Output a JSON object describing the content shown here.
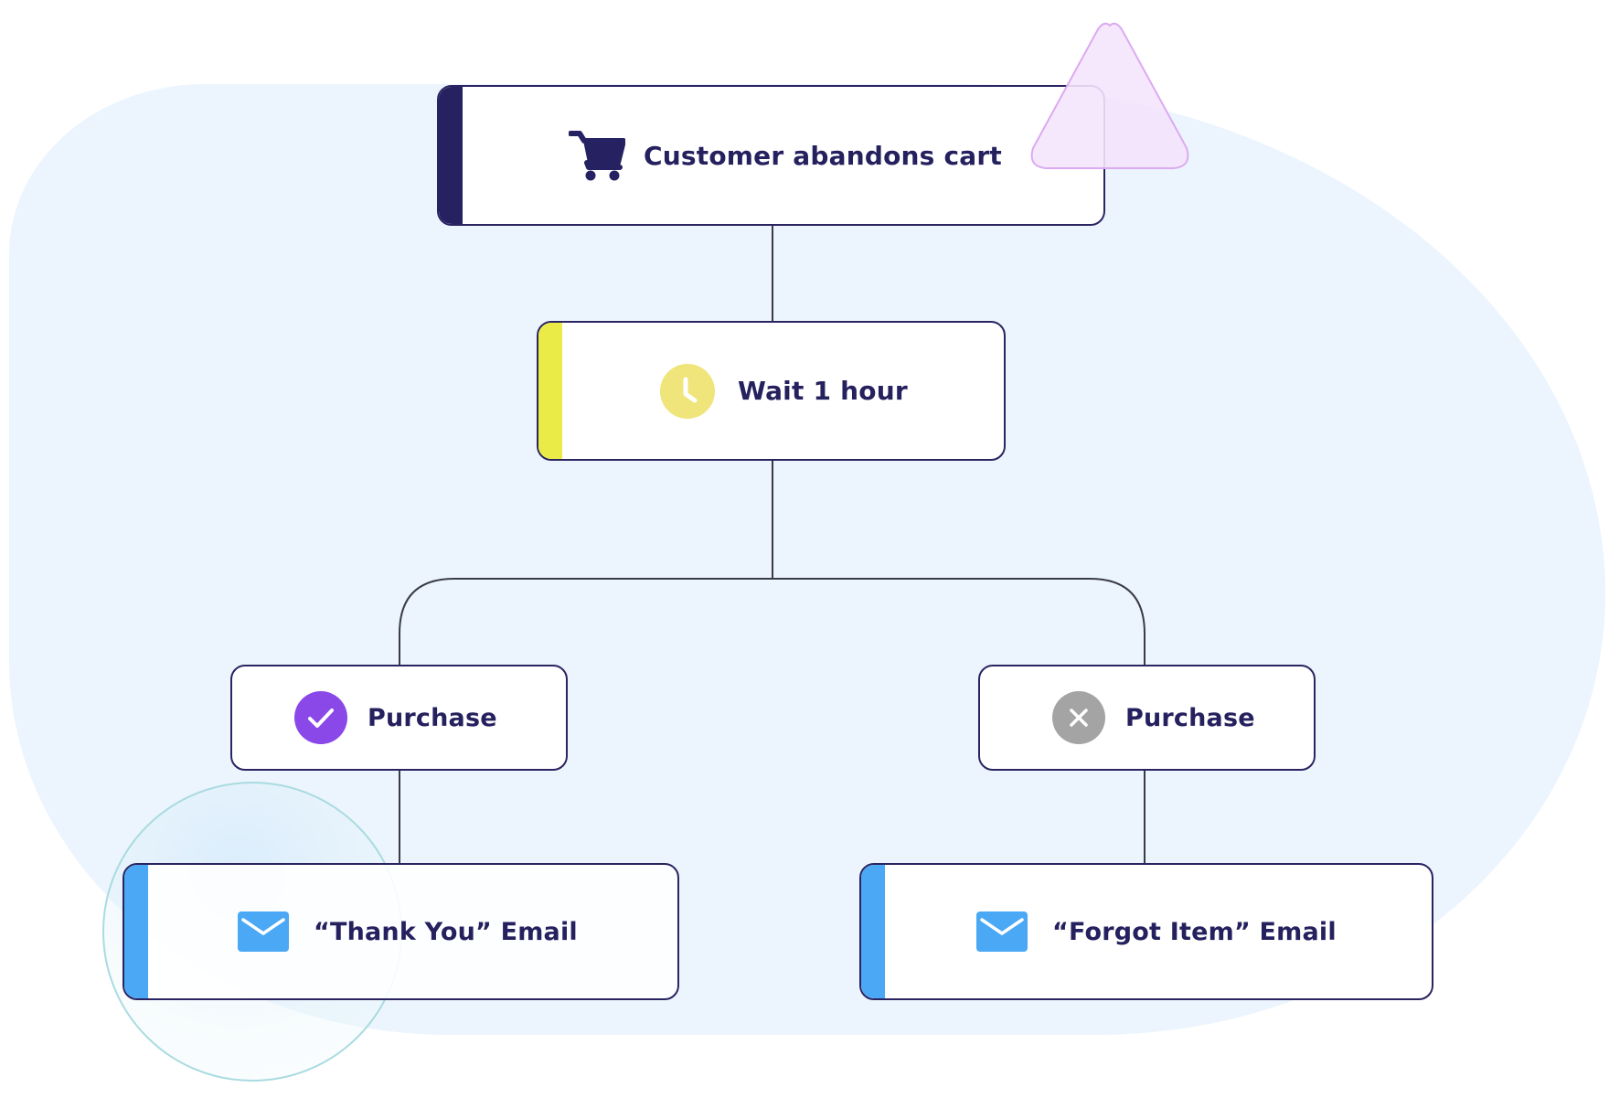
{
  "colors": {
    "background_blob": "#ecf5fd",
    "node_border": "#2a2460",
    "text": "#25205e",
    "trigger_accent": "#262262",
    "wait_accent": "#ebeb48",
    "email_accent": "#4ba8f4",
    "purchase_yes": "#8a48e8",
    "purchase_no": "#a4a4a4",
    "triangle_fill": "#f4e4fc",
    "triangle_stroke": "#dcaaf0",
    "circle_stroke": "#a9dbe0"
  },
  "nodes": {
    "trigger": {
      "label": "Customer abandons cart",
      "icon": "shopping-cart-icon"
    },
    "wait": {
      "label": "Wait 1 hour",
      "icon": "clock-icon"
    },
    "purchase_yes": {
      "label": "Purchase",
      "icon": "check-circle-icon"
    },
    "purchase_no": {
      "label": "Purchase",
      "icon": "x-circle-icon"
    },
    "email_thank_you": {
      "label": "“Thank You” Email",
      "icon": "envelope-icon"
    },
    "email_forgot_item": {
      "label": "“Forgot Item” Email",
      "icon": "envelope-icon"
    }
  }
}
